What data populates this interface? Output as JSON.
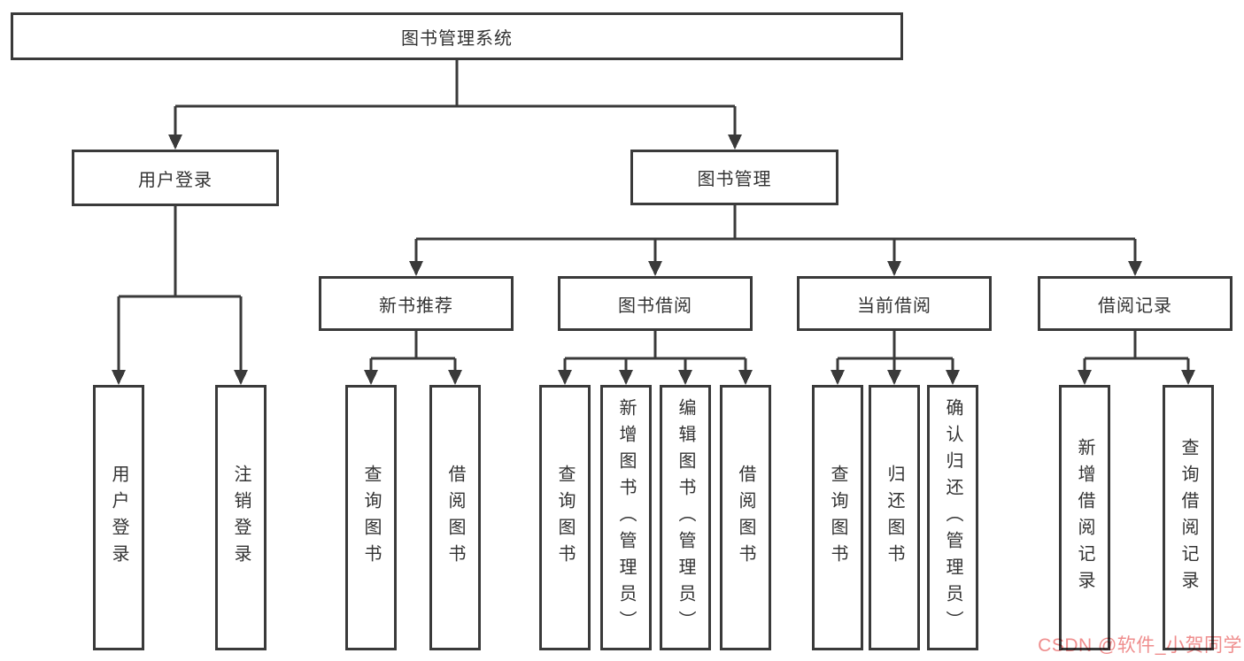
{
  "diagram_type": "hierarchy-tree",
  "tree": {
    "root": {
      "label": "图书管理系统",
      "children": [
        {
          "label": "用户登录",
          "children": [
            {
              "label": "用户登录"
            },
            {
              "label": "注销登录"
            }
          ]
        },
        {
          "label": "图书管理",
          "children": [
            {
              "label": "新书推荐",
              "children": [
                {
                  "label": "查询图书"
                },
                {
                  "label": "借阅图书"
                }
              ]
            },
            {
              "label": "图书借阅",
              "children": [
                {
                  "label": "查询图书"
                },
                {
                  "label": "新增图书（管理员）"
                },
                {
                  "label": "编辑图书（管理员）"
                },
                {
                  "label": "借阅图书"
                }
              ]
            },
            {
              "label": "当前借阅",
              "children": [
                {
                  "label": "查询图书"
                },
                {
                  "label": "归还图书"
                },
                {
                  "label": "确认归还（管理员）"
                }
              ]
            },
            {
              "label": "借阅记录",
              "children": [
                {
                  "label": "新增借阅记录"
                },
                {
                  "label": "查询借阅记录"
                }
              ]
            }
          ]
        }
      ]
    }
  },
  "watermark": {
    "text": "CSDN @软件_小贺同学"
  },
  "colors": {
    "background": "#ffffff",
    "line": "#3a3a3a",
    "box_border": "#3a3a3a",
    "text": "#333333",
    "watermark": "#ef8d8d"
  }
}
